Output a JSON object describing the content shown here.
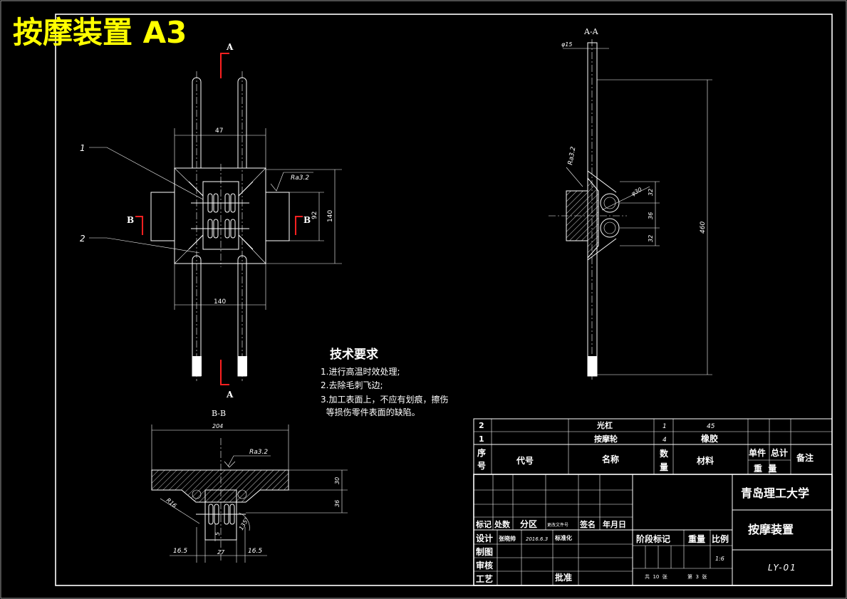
{
  "title": "按摩装置 A3",
  "colors": {
    "background": "#000000",
    "lines": "#ffffff",
    "title": "#ffff00",
    "section_marks": "#ff2020"
  },
  "main_view": {
    "section_a_top": "A",
    "section_a_bottom": "A",
    "section_b_left": "B",
    "section_b_right": "B",
    "dim_47": "47",
    "dim_140_bottom": "140",
    "dim_140_right": "140",
    "dim_92": "92",
    "roughness": "Ra3.2",
    "part_1": "1",
    "part_2": "2"
  },
  "side_view": {
    "label": "A-A",
    "dim_phi15": "φ15",
    "roughness": "Ra3.2",
    "dim_phi30": "φ30",
    "dim_32a": "32",
    "dim_36": "36",
    "dim_32b": "32",
    "dim_460": "460"
  },
  "section_bb": {
    "label": "B-B",
    "dim_204": "204",
    "roughness": "Ra3.2",
    "dim_30": "30",
    "dim_36": "36",
    "dim_r16": "R16",
    "dim_135": "135°",
    "dim_5": "5",
    "dim_16_5_left": "16.5",
    "dim_16_5_right": "16.5",
    "dim_27": "27"
  },
  "tech_requirements": {
    "heading": "技术要求",
    "items": [
      "1.进行高温时效处理;",
      "2.去除毛刺飞边;",
      "3.加工表面上，不应有划痕，擦伤",
      "  等损伤零件表面的缺陷。"
    ]
  },
  "bom": {
    "rows": [
      {
        "no": "2",
        "code": "",
        "name": "光杠",
        "qty": "1",
        "material": "45"
      },
      {
        "no": "1",
        "code": "",
        "name": "按摩轮",
        "qty": "4",
        "material": "橡胶"
      }
    ],
    "header": {
      "no": "序号",
      "code": "代号",
      "name": "名称",
      "qty": "数量",
      "material": "材料",
      "unit_weight": "单件",
      "total_weight": "总计",
      "weight": "重量",
      "note": "备注"
    }
  },
  "title_block": {
    "university": "青岛理工大学",
    "drawing_name": "按摩装置",
    "drawing_no": "LY-01",
    "mark": "标记",
    "count": "处数",
    "zone": "分区",
    "change_doc": "更改文件号",
    "sign": "签名",
    "date": "年月日",
    "design": "设计",
    "designer": "张晓帅",
    "design_date": "2016.6.3",
    "standardize": "标准化",
    "drawing": "制图",
    "review": "审核",
    "process": "工艺",
    "approve": "批准",
    "stage_mark": "阶段标记",
    "weight": "重量",
    "scale": "比例",
    "scale_value": "1:6",
    "sheets": "共  10  张",
    "sheet_no": "第  3  张"
  }
}
